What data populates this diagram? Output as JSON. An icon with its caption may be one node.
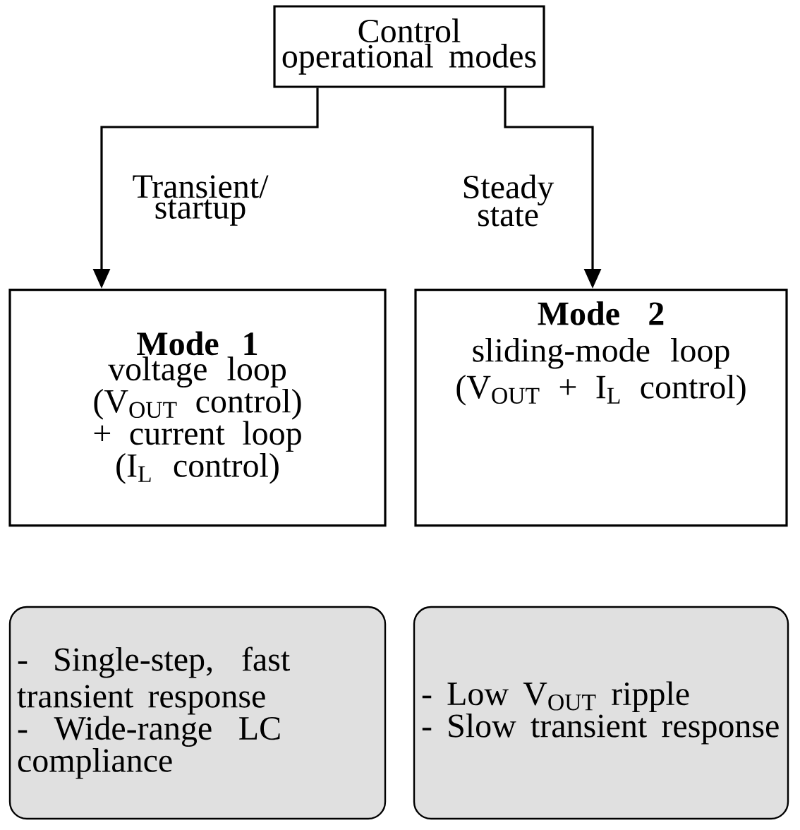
{
  "diagram": {
    "nodes": [
      {
        "text": [
          "Control operational modes"
        ]
      },
      {
        "text": [
          "Mode 1",
          "voltage loop (V$_{OUT}$ control) + current loop (I$_{L}$ control)"
        ]
      },
      {
        "text": [
          "Mode 2",
          "sliding-mode loop (V$_{OUT}$ + I$_{L}$ control)"
        ]
      },
      {
        "text": [
          "- Single-step, fast transient response",
          "- Wide-range LC compliance"
        ]
      },
      {
        "text": [
          "- Low V$_{OUT}$ ripple",
          "- Slow transient response"
        ]
      }
    ],
    "edges": [
      {
        "from": 0,
        "to": 1,
        "arrow": "to",
        "label": "Transient/ startup"
      },
      {
        "from": 0,
        "to": 2,
        "arrow": "to",
        "label": "Steady state"
      }
    ]
  }
}
